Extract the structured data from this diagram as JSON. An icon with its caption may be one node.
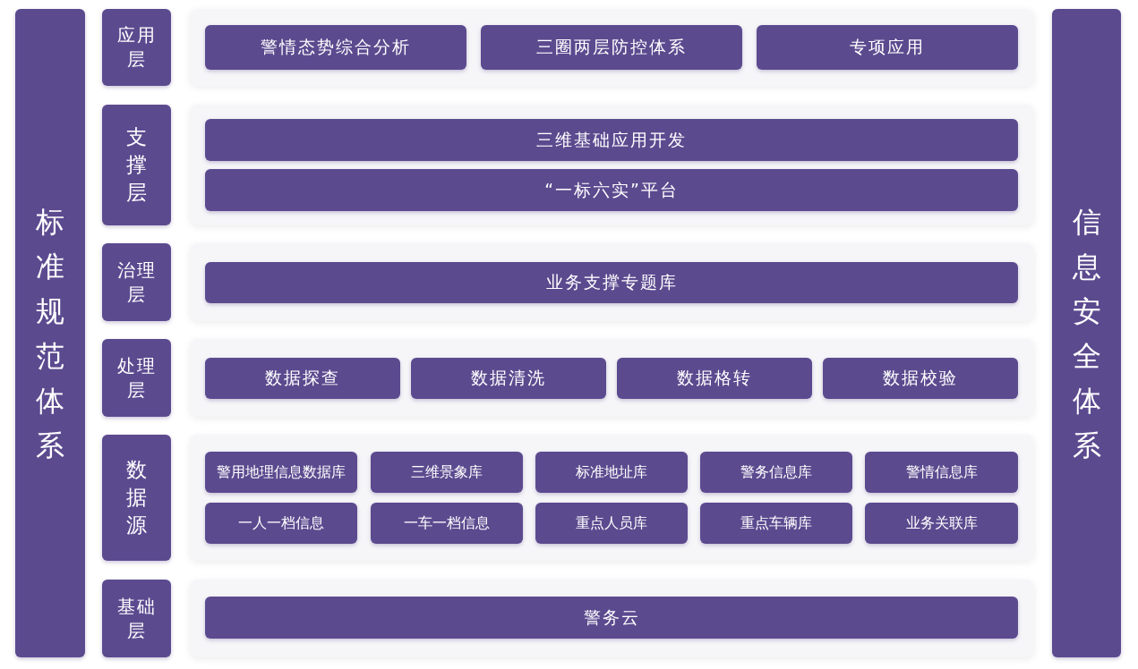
{
  "diagram": {
    "nodes": [
      {
        "text": [
          "标准规范体系"
        ]
      },
      {
        "text": [
          "应用层"
        ]
      },
      {
        "text": [
          "警情态势综合分析"
        ]
      },
      {
        "text": [
          "三圈两层防控体系"
        ]
      },
      {
        "text": [
          "专项应用"
        ]
      },
      {
        "text": [
          "支撑层"
        ]
      },
      {
        "text": [
          "三维基础应用开发"
        ]
      },
      {
        "text": [
          "“一标六实”平台"
        ]
      },
      {
        "text": [
          "治理层"
        ]
      },
      {
        "text": [
          "业务支撑专题库"
        ]
      },
      {
        "text": [
          "处理层"
        ]
      },
      {
        "text": [
          "数据探查"
        ]
      },
      {
        "text": [
          "数据清洗"
        ]
      },
      {
        "text": [
          "数据格转"
        ]
      },
      {
        "text": [
          "数据校验"
        ]
      },
      {
        "text": [
          "数据源"
        ]
      },
      {
        "text": [
          "警用地理信息数据库"
        ]
      },
      {
        "text": [
          "三维景象库"
        ]
      },
      {
        "text": [
          "标准地址库"
        ]
      },
      {
        "text": [
          "警务信息库"
        ]
      },
      {
        "text": [
          "警情信息库"
        ]
      },
      {
        "text": [
          "一人一档信息"
        ]
      },
      {
        "text": [
          "一车一档信息"
        ]
      },
      {
        "text": [
          "重点人员库"
        ]
      },
      {
        "text": [
          "重点车辆库"
        ]
      },
      {
        "text": [
          "业务关联库"
        ]
      },
      {
        "text": [
          "基础层"
        ]
      },
      {
        "text": [
          "警务云"
        ]
      },
      {
        "text": [
          "信息安全体系"
        ]
      }
    ]
  }
}
